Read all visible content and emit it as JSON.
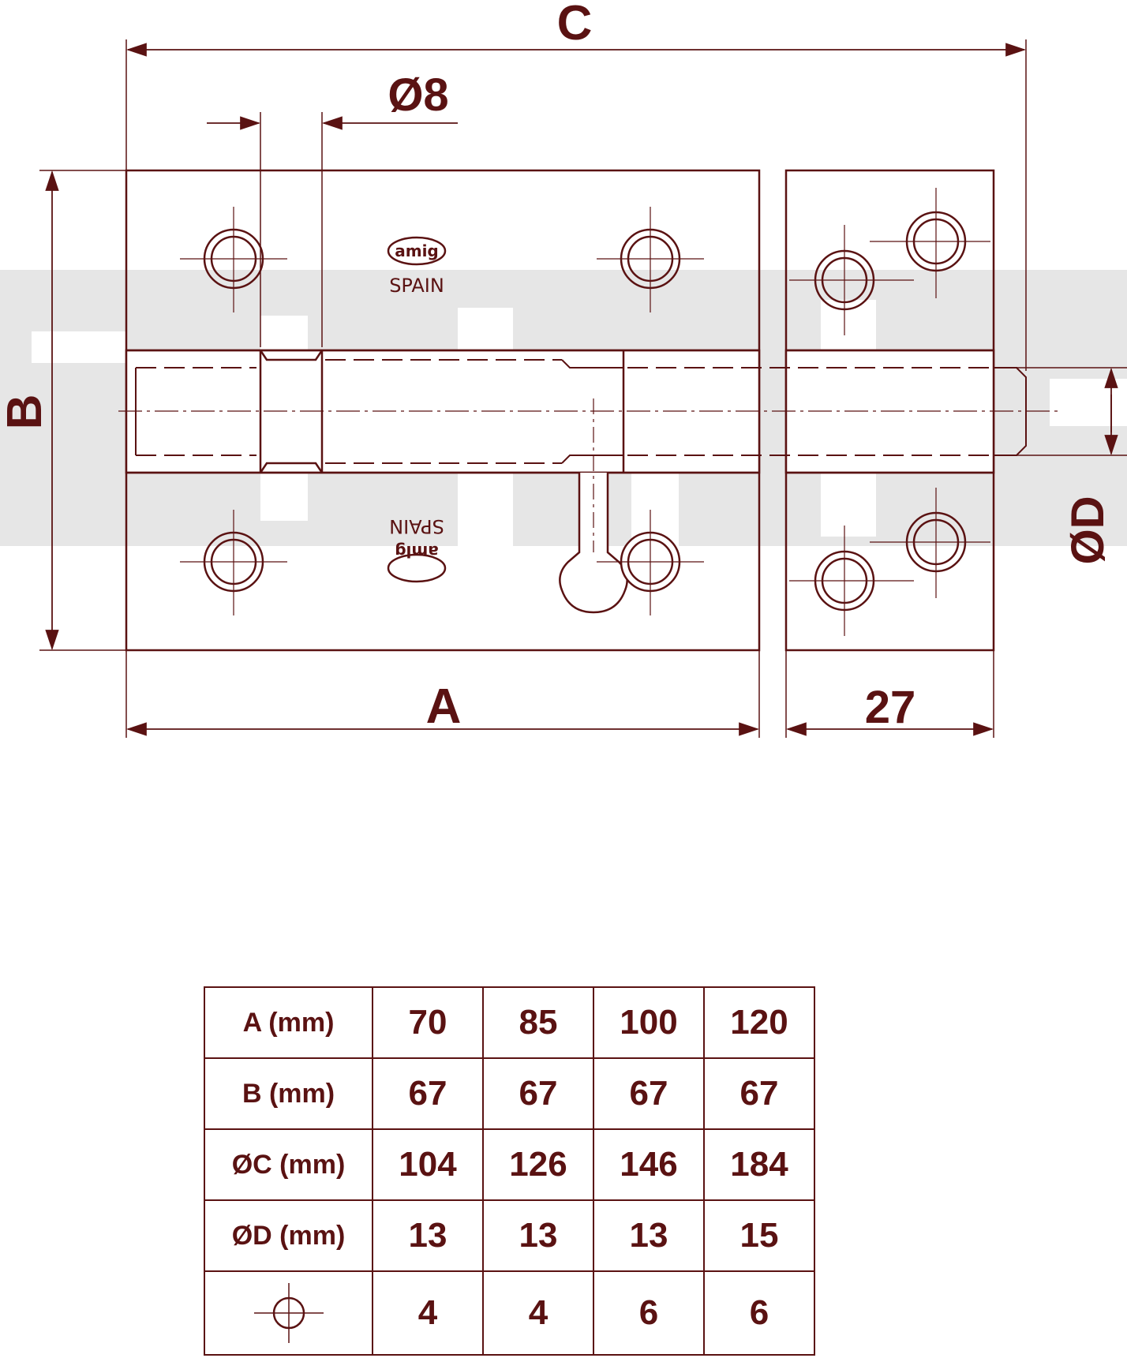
{
  "colors": {
    "line": "#5a1212",
    "watermark": "#e6e6e6"
  },
  "drawing": {
    "labels": {
      "c": "C",
      "pin_diameter": "Ø8",
      "b": "B",
      "d": "ØD",
      "a": "A",
      "keeper_width": "27"
    },
    "logo": {
      "brand": "amig",
      "country": "SPAIN"
    }
  },
  "table": {
    "rows": [
      {
        "label": "A (mm)",
        "values": [
          "70",
          "85",
          "100",
          "120"
        ]
      },
      {
        "label": "B (mm)",
        "values": [
          "67",
          "67",
          "67",
          "67"
        ]
      },
      {
        "label": "ØC (mm)",
        "values": [
          "104",
          "126",
          "146",
          "184"
        ]
      },
      {
        "label": "ØD (mm)",
        "values": [
          "13",
          "13",
          "13",
          "15"
        ]
      },
      {
        "label_icon": "screw-hole-icon",
        "values": [
          "4",
          "4",
          "6",
          "6"
        ]
      }
    ]
  }
}
